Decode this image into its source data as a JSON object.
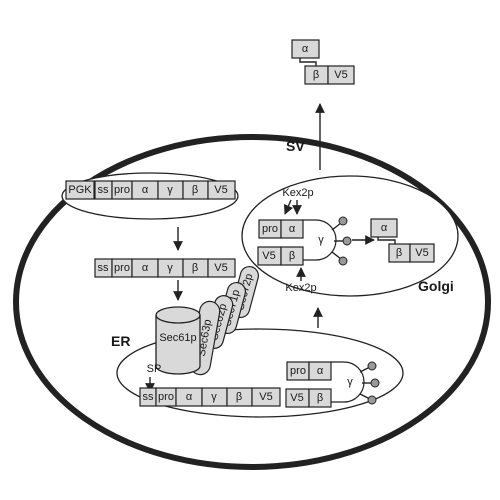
{
  "labels": {
    "sv": "SV",
    "er": "ER",
    "golgi": "Golgi",
    "kex2p_top": "Kex2p",
    "kex2p_bottom": "Kex2p",
    "sp": "SP",
    "sec61p": "Sec61p",
    "sec63p": "Sec63p",
    "sec62p": "Sec62p",
    "sec71p": "Sec71p",
    "sec72p": "Sec72p"
  },
  "constructs": {
    "pgk_construct": [
      "PGK",
      "ss",
      "pro",
      "α",
      "γ",
      "β",
      "V5"
    ],
    "precursor": [
      "ss",
      "pro",
      "α",
      "γ",
      "β",
      "V5"
    ],
    "er_lumen": [
      "ss",
      "pro",
      "α",
      "γ",
      "β",
      "V5"
    ],
    "er_folded": {
      "top": [
        "pro",
        "α"
      ],
      "bottom": [
        "V5",
        "β"
      ],
      "loop": "γ"
    },
    "golgi_folded": {
      "top": [
        "pro",
        "α"
      ],
      "bottom": [
        "V5",
        "β"
      ],
      "loop": "γ"
    },
    "golgi_product": {
      "top": [
        "α"
      ],
      "bottom": [
        "β",
        "V5"
      ]
    },
    "secreted_product": {
      "top": [
        "α"
      ],
      "bottom": [
        "β",
        "V5"
      ]
    }
  }
}
